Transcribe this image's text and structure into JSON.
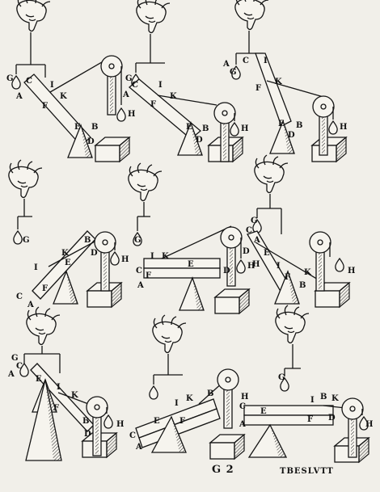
{
  "footer": {
    "signature": "G 2",
    "catchword": "TBESLVTT"
  },
  "panels": [
    {
      "id": 1,
      "labels": [
        "G",
        "C",
        "A",
        "I",
        "F",
        "K",
        "E",
        "B",
        "D",
        "H"
      ]
    },
    {
      "id": 2,
      "labels": [
        "G",
        "C",
        "A",
        "I",
        "F",
        "K",
        "E",
        "B",
        "D",
        "H"
      ]
    },
    {
      "id": 3,
      "labels": [
        "A",
        "C",
        "G",
        "I",
        "F",
        "K",
        "E",
        "B",
        "D",
        "H"
      ]
    },
    {
      "id": 4,
      "labels": [
        "G",
        "K",
        "B",
        "E",
        "D",
        "H",
        "I",
        "F",
        "C",
        "A"
      ]
    },
    {
      "id": 5,
      "labels": [
        "G",
        "I",
        "K",
        "C",
        "F",
        "E",
        "A",
        "D",
        "H"
      ]
    },
    {
      "id": 6,
      "labels": [
        "G",
        "C",
        "A",
        "D",
        "H",
        "E",
        "I",
        "F",
        "B",
        "K",
        "H"
      ]
    },
    {
      "id": 7,
      "labels": [
        "G",
        "C",
        "A",
        "E",
        "I",
        "K",
        "F",
        "B",
        "D",
        "H"
      ]
    },
    {
      "id": 8,
      "labels": [
        "I",
        "K",
        "B",
        "E",
        "F",
        "C",
        "A"
      ]
    },
    {
      "id": 9,
      "labels": [
        "G",
        "H",
        "C",
        "A",
        "I",
        "B",
        "K",
        "E",
        "F",
        "D",
        "H"
      ]
    }
  ]
}
